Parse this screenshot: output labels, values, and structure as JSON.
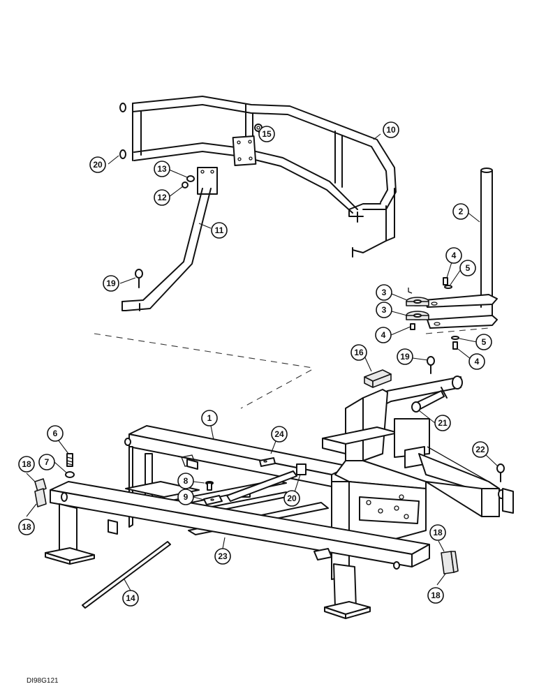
{
  "drawing_code": "DI98G121",
  "callouts": [
    "1",
    "2",
    "3",
    "3",
    "4",
    "4",
    "4",
    "5",
    "5",
    "6",
    "7",
    "8",
    "9",
    "10",
    "11",
    "12",
    "13",
    "14",
    "15",
    "16",
    "18",
    "18",
    "18",
    "18",
    "19",
    "19",
    "20",
    "20",
    "21",
    "22",
    "23",
    "24"
  ]
}
